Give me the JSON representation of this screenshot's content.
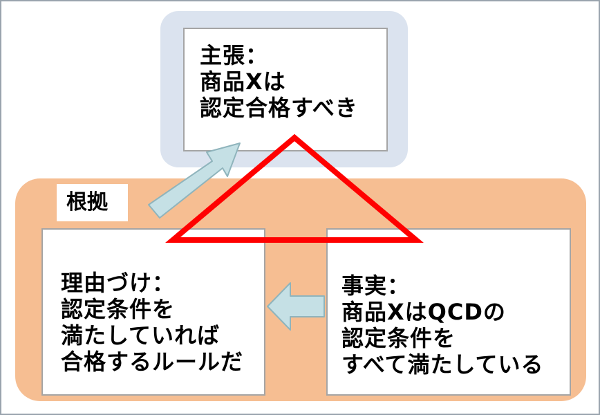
{
  "claim": {
    "lines": [
      "主張：",
      "商品Xは",
      "認定合格すべき"
    ]
  },
  "grounds": {
    "label": "根拠"
  },
  "warrant": {
    "lines": [
      "理由づけ：",
      "認定条件を",
      "満たしていれば",
      "合格するルールだ"
    ]
  },
  "fact": {
    "lines": [
      "事実：",
      "商品XはQCDの",
      "認定条件を",
      "すべて満たしている"
    ]
  },
  "colors": {
    "claim_background": "#dbe3ef",
    "grounds_background": "#f6be92",
    "arrow_fill": "#c5e0e5",
    "arrow_stroke": "#8fb4bc",
    "triangle": "#ff0000"
  }
}
